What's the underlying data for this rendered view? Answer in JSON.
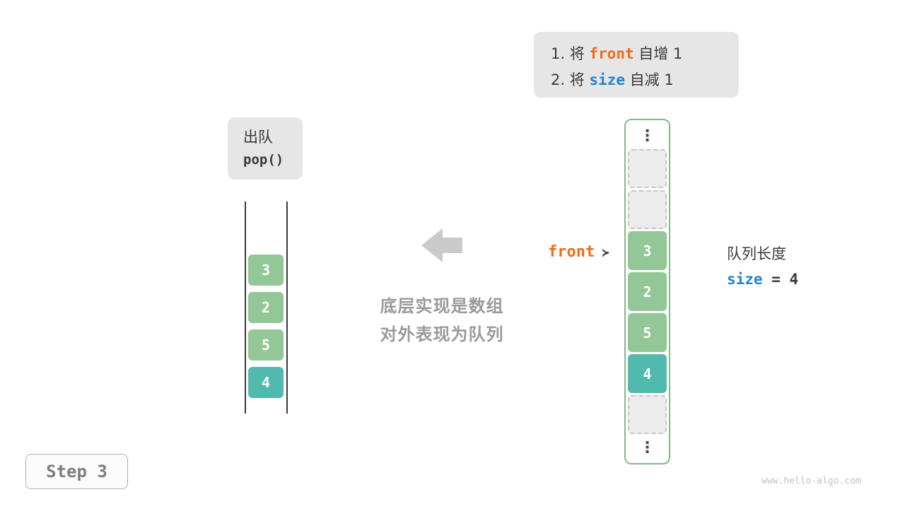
{
  "colors": {
    "cell_green": "#93c797",
    "cell_teal": "#52b9ae",
    "code_orange": "#ef6c1a",
    "code_blue": "#2384c8",
    "box_gray": "#e6e6e6",
    "arrow_gray": "#cacaca",
    "array_border_green": "#85b985"
  },
  "instruction_box": {
    "line1_prefix": "1. 将 ",
    "line1_code": "front",
    "line1_suffix": " 自增 1",
    "line2_prefix": "2. 将 ",
    "line2_code": "size",
    "line2_suffix": " 自减 1"
  },
  "operation_box": {
    "label": "出队",
    "code": "pop()"
  },
  "left_stack": {
    "cells": [
      {
        "value": "3",
        "color": "green"
      },
      {
        "value": "2",
        "color": "green"
      },
      {
        "value": "5",
        "color": "green"
      },
      {
        "value": "4",
        "color": "teal"
      }
    ]
  },
  "center_caption": {
    "line1": "底层实现是数组",
    "line2": "对外表现为队列"
  },
  "front_pointer": {
    "label": "front",
    "arrow": " ≻"
  },
  "array": {
    "ellipsis": "⋮",
    "cells": [
      {
        "value": "3",
        "color": "green"
      },
      {
        "value": "2",
        "color": "green"
      },
      {
        "value": "5",
        "color": "green"
      },
      {
        "value": "4",
        "color": "teal"
      }
    ]
  },
  "queue_info": {
    "label": "队列长度",
    "var": "size",
    "eq": " = 4"
  },
  "step_label": "Step 3",
  "watermark": "www.hello-algo.com"
}
